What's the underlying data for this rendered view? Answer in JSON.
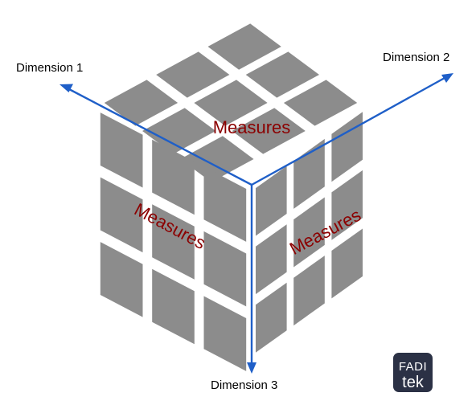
{
  "labels": {
    "dimension_1": "Dimension 1",
    "dimension_2": "Dimension 2",
    "dimension_3": "Dimension 3",
    "top_face": "Measures",
    "left_face": "Measures",
    "right_face": "Measures"
  },
  "logo": {
    "line1": "FADI",
    "line2": "tek"
  },
  "colors": {
    "cube_cell": "#8c8c8c",
    "axis": "#1f5fc8",
    "face_label": "#8b0000",
    "logo_background": "#2b3145"
  }
}
